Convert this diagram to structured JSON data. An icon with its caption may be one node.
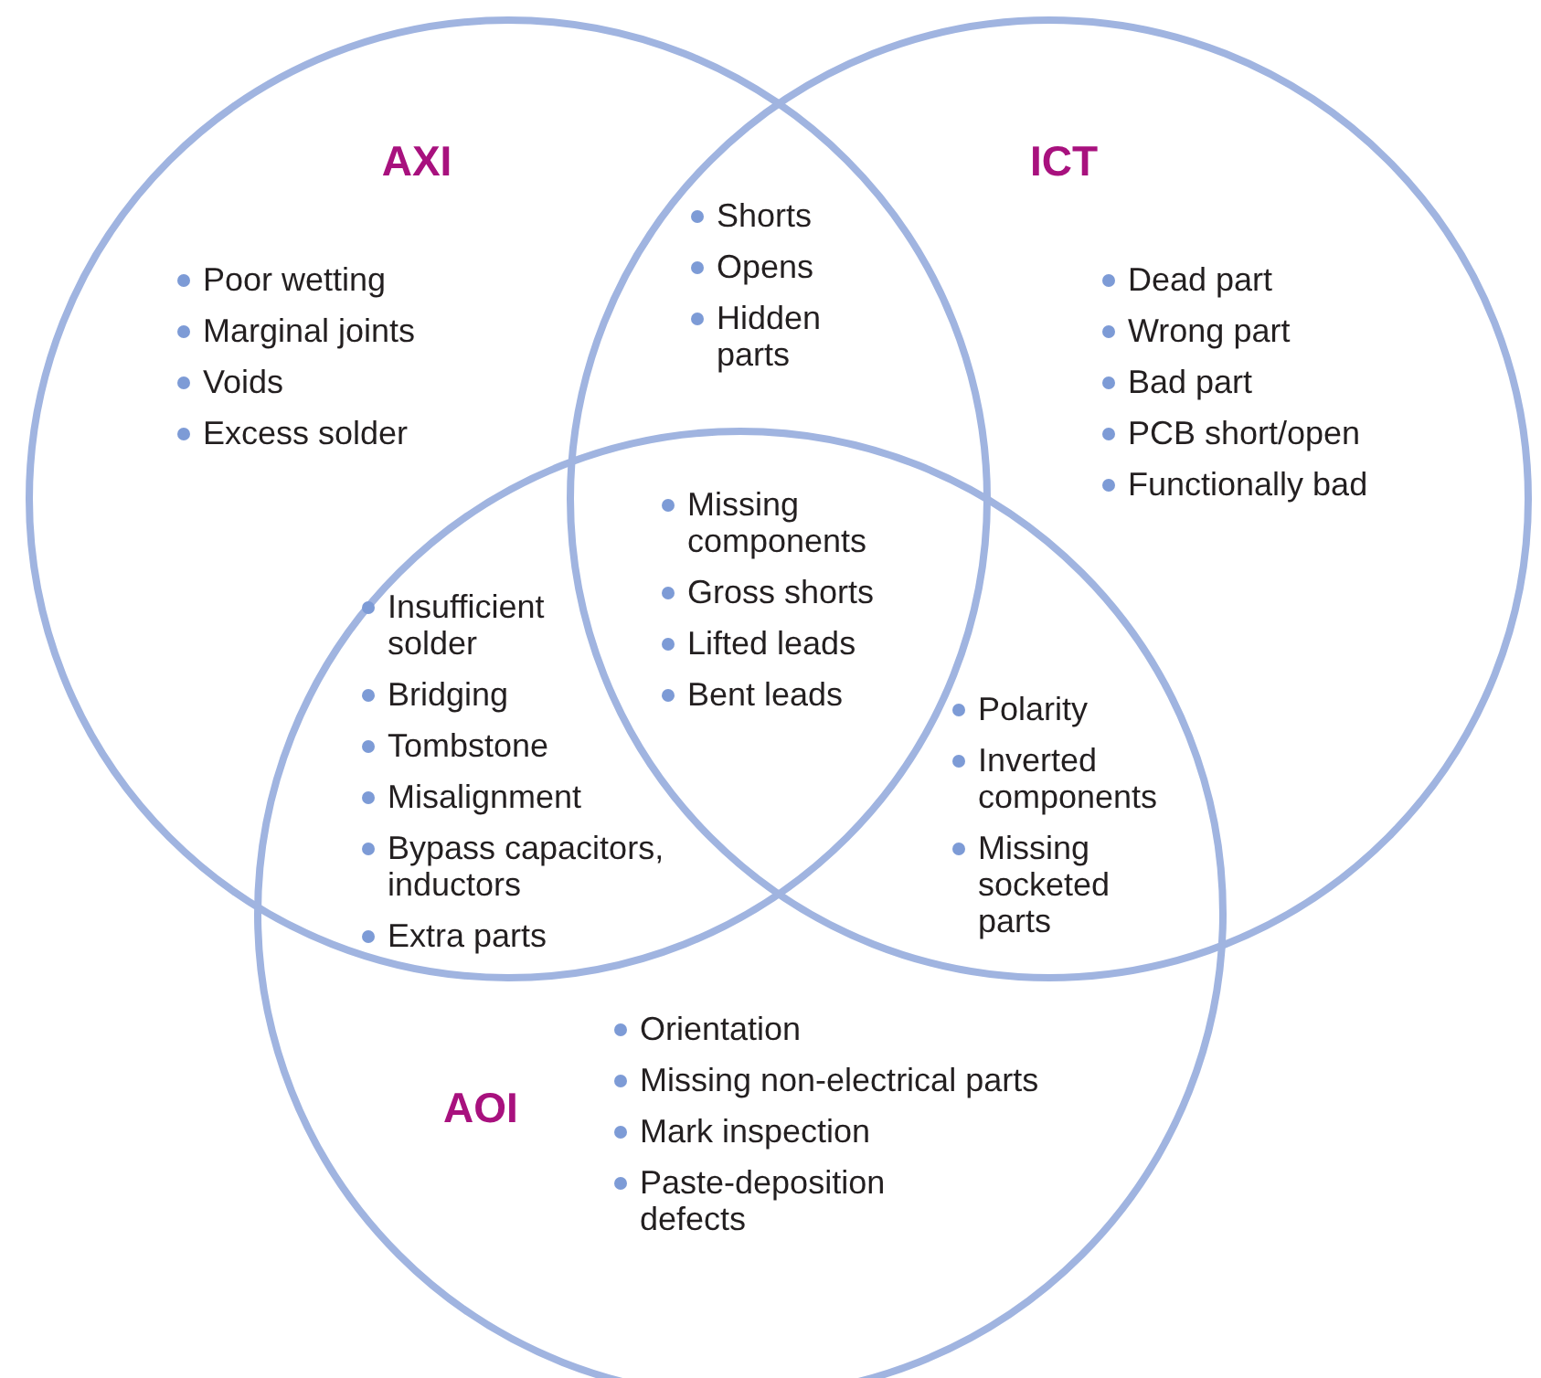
{
  "diagram": {
    "nodes": [
      {
        "text": [
          "AXI",
          "Poor wetting",
          "Marginal joints",
          "Voids",
          "Excess solder"
        ]
      },
      {
        "text": [
          "ICT",
          "Dead part",
          "Wrong part",
          "Bad part",
          "PCB short/open",
          "Functionally bad"
        ]
      },
      {
        "text": [
          "AOI",
          "Orientation",
          "Missing non-electrical parts",
          "Mark inspection",
          "Paste-deposition defects"
        ]
      }
    ],
    "labels": [
      "Shorts",
      "Opens",
      "Hidden parts",
      "Missing components",
      "Gross shorts",
      "Lifted leads",
      "Bent leads",
      "Insufficient solder",
      "Bridging",
      "Tombstone",
      "Misalignment",
      "Bypass capacitors, inductors",
      "Extra parts",
      "Polarity",
      "Inverted components",
      "Missing socketed parts"
    ]
  }
}
